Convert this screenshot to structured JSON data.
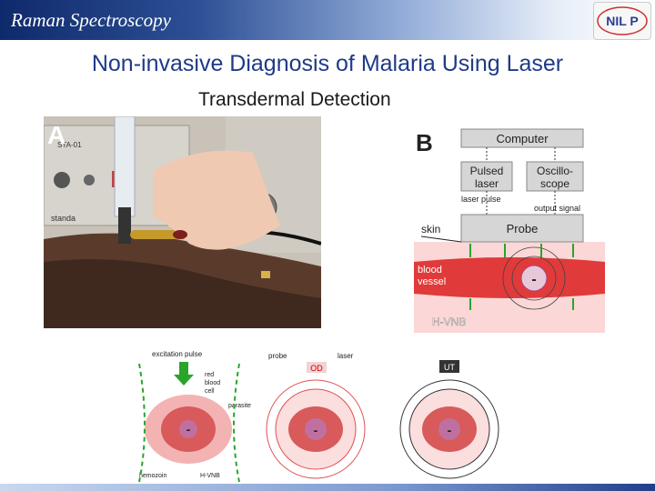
{
  "header": {
    "title": "Raman Spectroscopy",
    "logo_text": "NIL P"
  },
  "slide": {
    "title": "Non-invasive Diagnosis of Malaria Using Laser",
    "subtitle": "Transdermal Detection"
  },
  "panel_a": {
    "label": "A",
    "device_label": "STA-01",
    "brand": "standa"
  },
  "panel_b": {
    "label": "B",
    "computer": "Computer",
    "pulsed_laser": [
      "Pulsed",
      "laser"
    ],
    "oscilloscope": [
      "Oscillo-",
      "scope"
    ],
    "laser_pulse": "laser pulse",
    "output_signal": "output signal",
    "skin": "skin",
    "probe": "Probe",
    "blood_vessel": [
      "blood",
      "vessel"
    ],
    "hvnb": "H-VNB",
    "minus": "-"
  },
  "bottom": {
    "excitation_pulse": "excitation pulse",
    "rbc": [
      "red",
      "blood",
      "cell"
    ],
    "parasite": "parasite",
    "hemozoin": "hemozoin",
    "hvnb": "H-VNB",
    "probe": "probe",
    "laser": "laser",
    "od": "OD",
    "ut": "UT",
    "minus": "-"
  },
  "colors": {
    "title_blue": "#1f3b87",
    "vessel_red": "#e03a3a",
    "arrow_green": "#2aa52a"
  }
}
